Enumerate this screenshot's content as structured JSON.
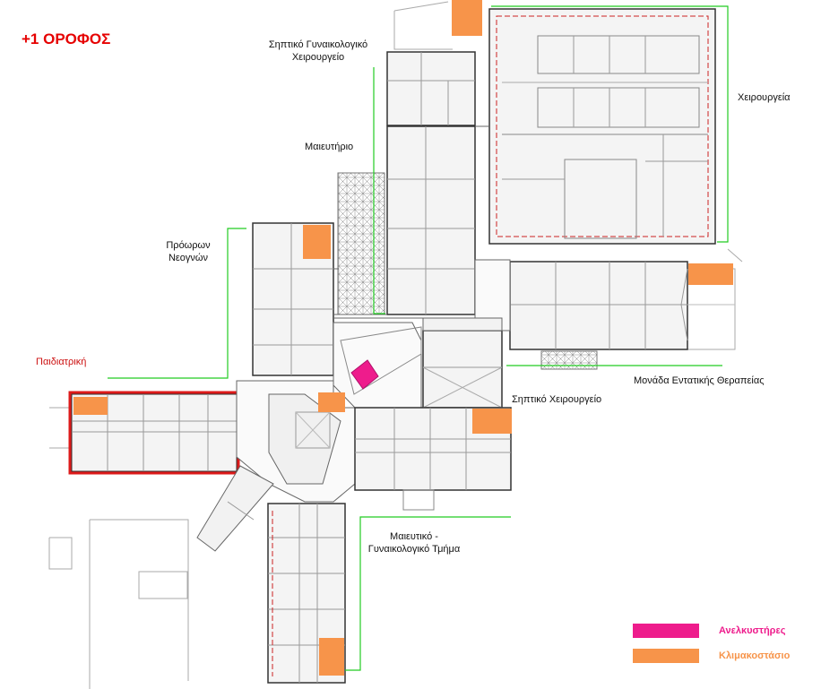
{
  "floor_title": "+1 ΟΡΟΦΟΣ",
  "departments": {
    "septic_gyn_surgery": [
      "Σηπτικό Γυναικολογικό",
      "Χειρουργείο"
    ],
    "delivery_room": "Μαιευτήριο",
    "surgery": "Χειρουργεία",
    "premature_neonates": [
      "Πρόωρων",
      "Νεογνών"
    ],
    "pediatrics": "Παιδιατρική",
    "icu": "Μονάδα Εντατικής Θεραπείας",
    "septic_surgery": "Σηπτικό Χειρουργείο",
    "maternity_gyn": [
      "Μαιευτικό -",
      "Γυναικολογικό Τμήμα"
    ]
  },
  "legend": {
    "elevators": {
      "label": "Ανελκυστήρες",
      "color": "#ee1c8c"
    },
    "stairs": {
      "label": "Κλιμακοστάσιο",
      "color": "#f7944a"
    }
  },
  "colors": {
    "highlight_border": "#dd1a1a",
    "bracket_line": "#22cc22",
    "wall_line": "#666666",
    "corridor_dash": "#cc2222"
  }
}
